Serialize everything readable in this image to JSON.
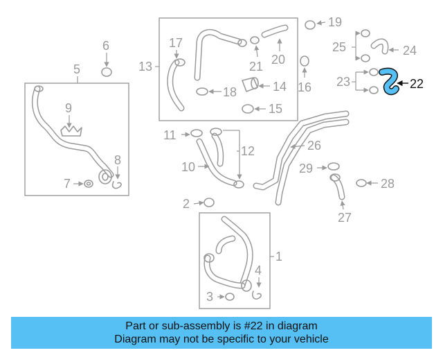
{
  "diagram": {
    "callouts": [
      "1",
      "2",
      "3",
      "4",
      "5",
      "6",
      "7",
      "8",
      "9",
      "10",
      "11",
      "12",
      "13",
      "14",
      "15",
      "16",
      "17",
      "18",
      "19",
      "20",
      "21",
      "22",
      "23",
      "24",
      "25",
      "26",
      "27",
      "28",
      "29"
    ],
    "highlighted_part": "22",
    "highlight_color": "#56bff3"
  },
  "banner": {
    "line1": "Part or sub-assembly is #22 in diagram",
    "line2": "Diagram may not be specific to your vehicle",
    "background": "#56bff3"
  }
}
